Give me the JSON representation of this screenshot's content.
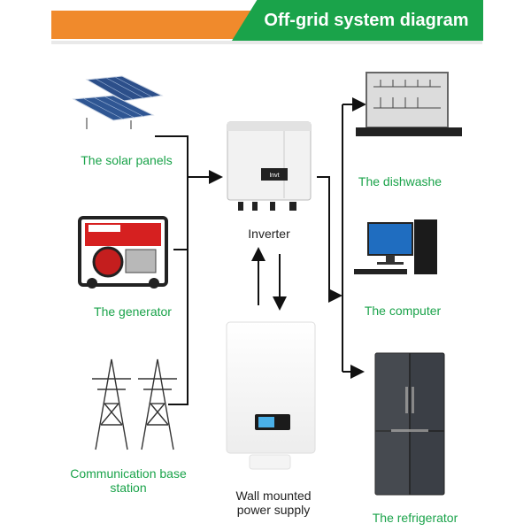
{
  "header": {
    "title": "Off-grid system diagram"
  },
  "sources": [
    {
      "label": "The solar panels"
    },
    {
      "label": "The generator"
    },
    {
      "label": "Communication base\nstation"
    }
  ],
  "center": {
    "inverter_label": "Inverter",
    "battery_label": "Wall mounted\npower supply",
    "inverter_brand": "Invt"
  },
  "loads": [
    {
      "label": "The dishwashe"
    },
    {
      "label": "The computer"
    },
    {
      "label": "The refrigerator"
    }
  ],
  "colors": {
    "accent_green": "#1aa34a",
    "accent_orange": "#f08a2c",
    "line": "#111111"
  }
}
